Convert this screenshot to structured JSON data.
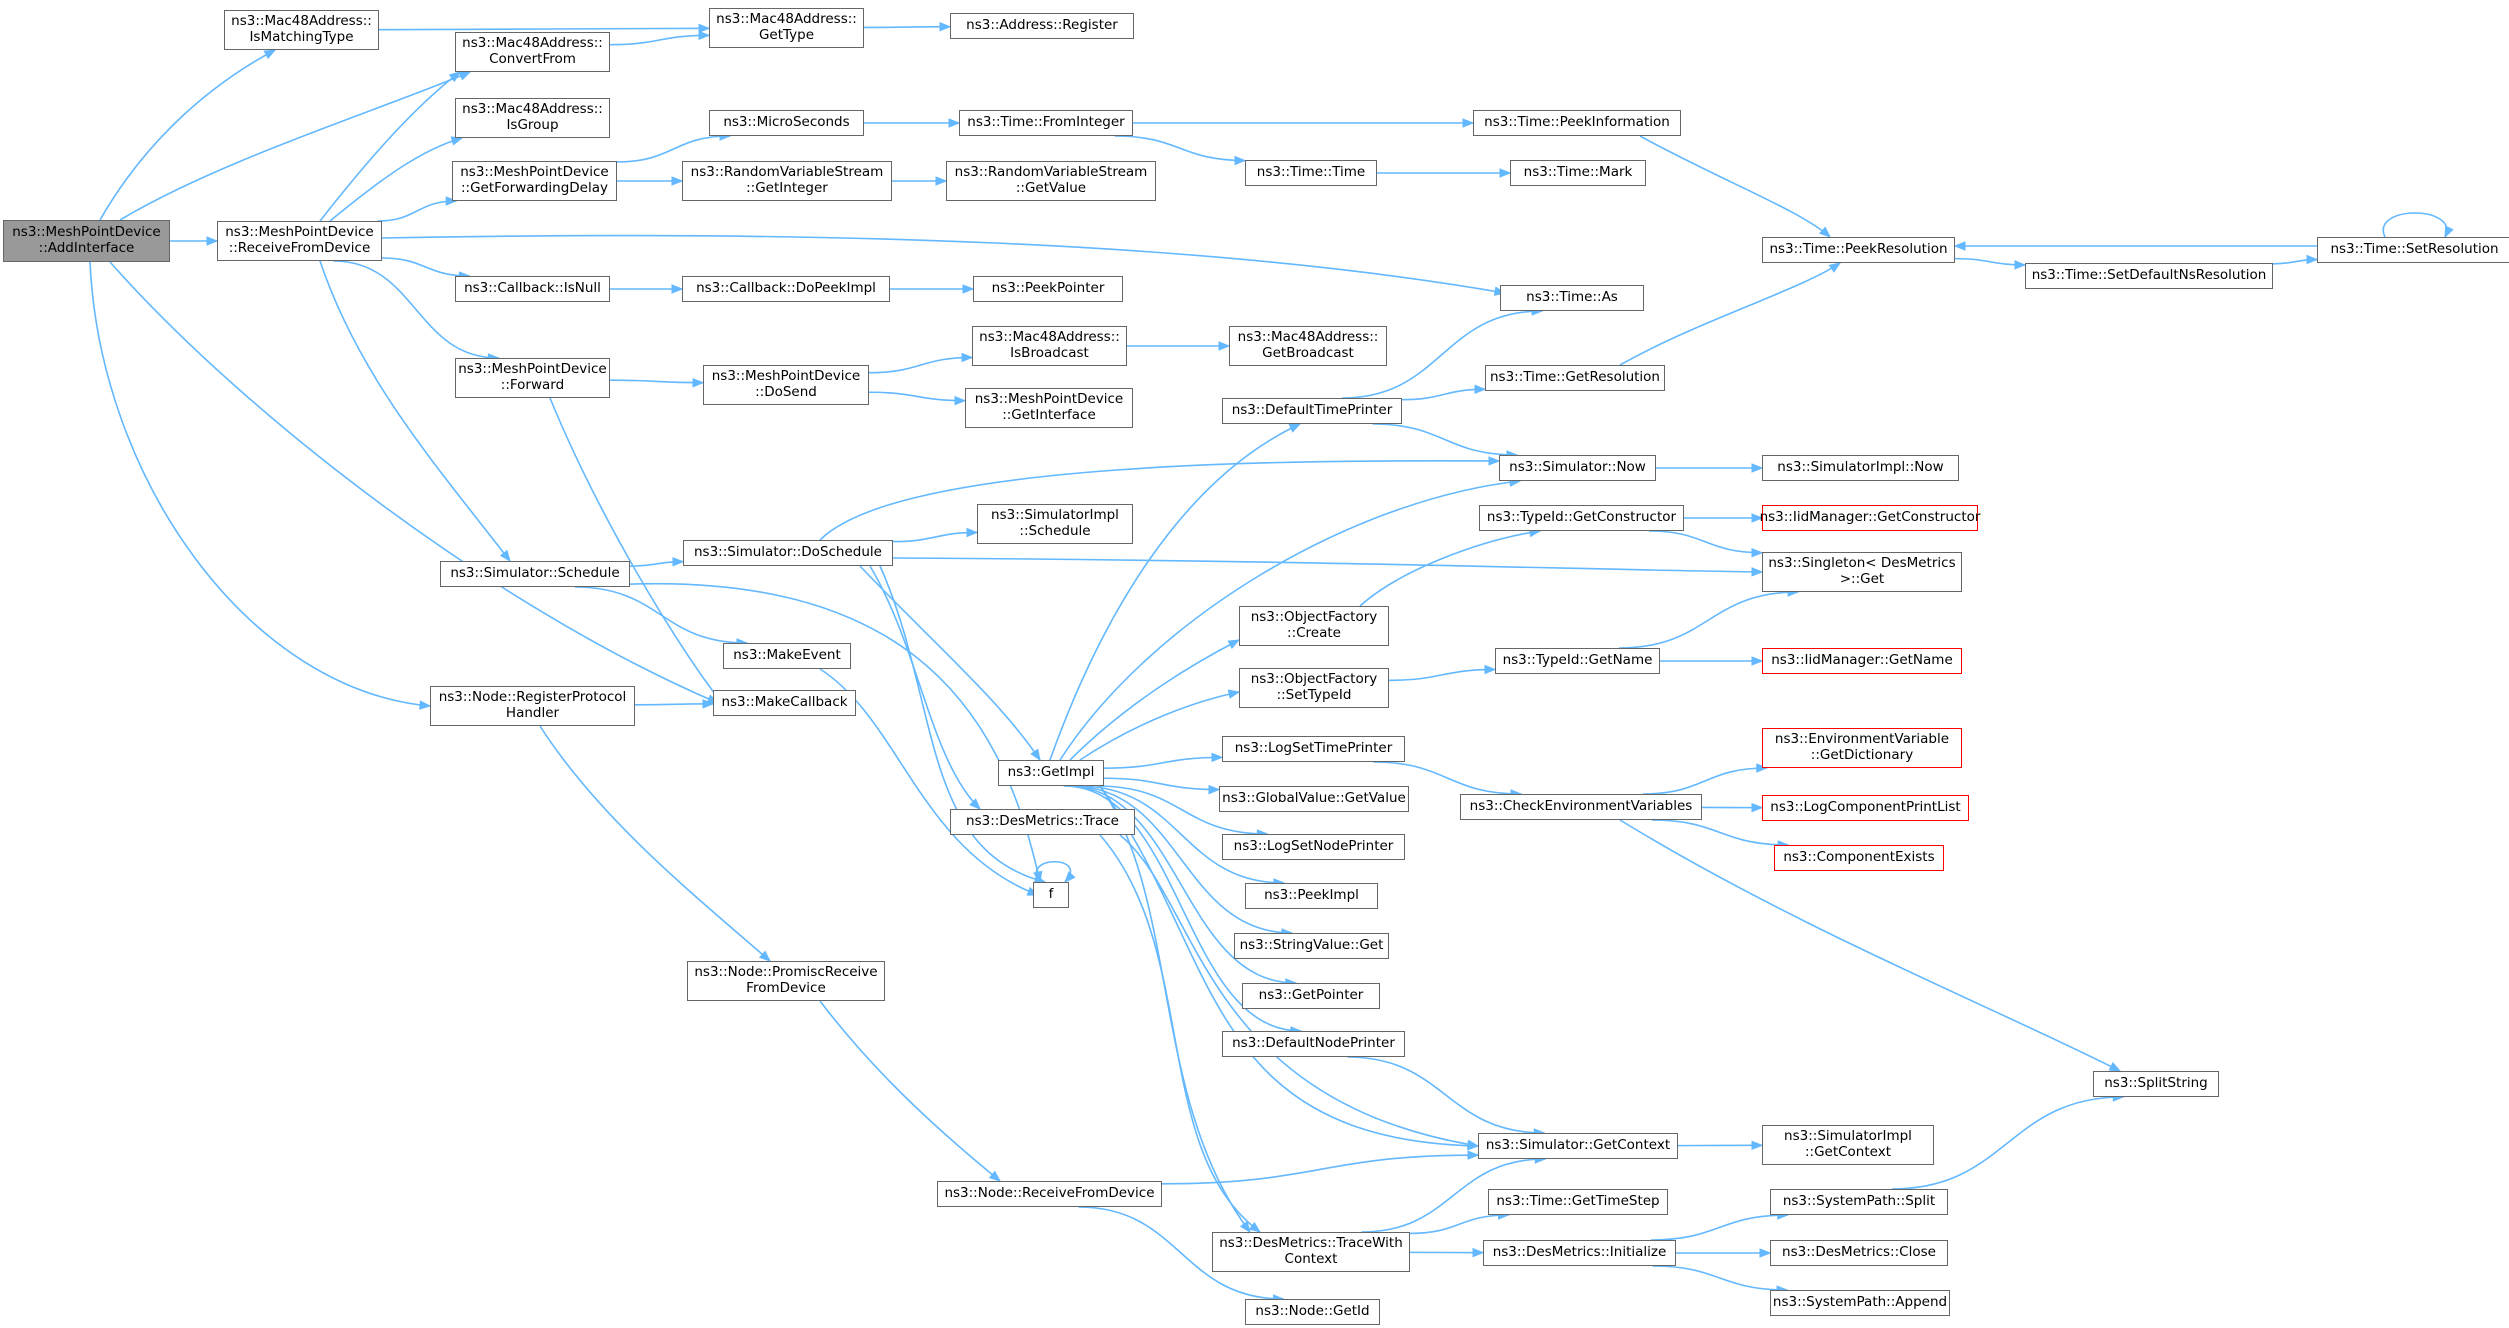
{
  "colors": {
    "edge": "#63b8ff",
    "border": "#666666",
    "root_fill": "#999999",
    "truncated_border": "#ff0000"
  },
  "nodes": {
    "n_add": {
      "label": "ns3::MeshPointDevice\n::AddInterface"
    },
    "n_ismatch": {
      "label": "ns3::Mac48Address::\nIsMatchingType"
    },
    "n_convfrom": {
      "label": "ns3::Mac48Address::\nConvertFrom"
    },
    "n_gettype": {
      "label": "ns3::Mac48Address::\nGetType"
    },
    "n_register": {
      "label": "ns3::Address::Register"
    },
    "n_isgroup": {
      "label": "ns3::Mac48Address::\nIsGroup"
    },
    "n_recv": {
      "label": "ns3::MeshPointDevice\n::ReceiveFromDevice"
    },
    "n_getfwd": {
      "label": "ns3::MeshPointDevice\n::GetForwardingDelay"
    },
    "n_micro": {
      "label": "ns3::MicroSeconds"
    },
    "n_rvsint": {
      "label": "ns3::RandomVariableStream\n::GetInteger"
    },
    "n_rvsval": {
      "label": "ns3::RandomVariableStream\n::GetValue"
    },
    "n_fromint": {
      "label": "ns3::Time::FromInteger"
    },
    "n_time": {
      "label": "ns3::Time::Time"
    },
    "n_peekinfo": {
      "label": "ns3::Time::PeekInformation"
    },
    "n_mark": {
      "label": "ns3::Time::Mark"
    },
    "n_peekres": {
      "label": "ns3::Time::PeekResolution"
    },
    "n_setdef": {
      "label": "ns3::Time::SetDefaultNsResolution"
    },
    "n_setres": {
      "label": "ns3::Time::SetResolution"
    },
    "n_isnull": {
      "label": "ns3::Callback::IsNull"
    },
    "n_dopeek": {
      "label": "ns3::Callback::DoPeekImpl"
    },
    "n_peekptr": {
      "label": "ns3::PeekPointer"
    },
    "n_as": {
      "label": "ns3::Time::As"
    },
    "n_forward": {
      "label": "ns3::MeshPointDevice\n::Forward"
    },
    "n_dosend": {
      "label": "ns3::MeshPointDevice\n::DoSend"
    },
    "n_isbcast": {
      "label": "ns3::Mac48Address::\nIsBroadcast"
    },
    "n_getbcast": {
      "label": "ns3::Mac48Address::\nGetBroadcast"
    },
    "n_getif": {
      "label": "ns3::MeshPointDevice\n::GetInterface"
    },
    "n_deftp": {
      "label": "ns3::DefaultTimePrinter"
    },
    "n_getres": {
      "label": "ns3::Time::GetResolution"
    },
    "n_now": {
      "label": "ns3::Simulator::Now"
    },
    "n_implnow": {
      "label": "ns3::SimulatorImpl::Now"
    },
    "n_sched": {
      "label": "ns3::Simulator::Schedule"
    },
    "n_dosched": {
      "label": "ns3::Simulator::DoSchedule"
    },
    "n_implsched": {
      "label": "ns3::SimulatorImpl\n::Schedule"
    },
    "n_getctor": {
      "label": "ns3::TypeId::GetConstructor"
    },
    "n_iidctor": {
      "label": "ns3::IidManager::GetConstructor"
    },
    "n_singleton": {
      "label": "ns3::Singleton< DesMetrics\n>::Get"
    },
    "n_ofcreate": {
      "label": "ns3::ObjectFactory\n::Create"
    },
    "n_makeevent": {
      "label": "ns3::MakeEvent"
    },
    "n_regproto": {
      "label": "ns3::Node::RegisterProtocol\nHandler"
    },
    "n_makecb": {
      "label": "ns3::MakeCallback"
    },
    "n_ofsettype": {
      "label": "ns3::ObjectFactory\n::SetTypeId"
    },
    "n_getname": {
      "label": "ns3::TypeId::GetName"
    },
    "n_iidname": {
      "label": "ns3::IidManager::GetName"
    },
    "n_logstp": {
      "label": "ns3::LogSetTimePrinter"
    },
    "n_getimpl": {
      "label": "ns3::GetImpl"
    },
    "n_gvget": {
      "label": "ns3::GlobalValue::GetValue"
    },
    "n_checkenv": {
      "label": "ns3::CheckEnvironmentVariables"
    },
    "n_envdict": {
      "label": "ns3::EnvironmentVariable\n::GetDictionary"
    },
    "n_logprint": {
      "label": "ns3::LogComponentPrintList"
    },
    "n_dmtrace": {
      "label": "ns3::DesMetrics::Trace"
    },
    "n_lognp": {
      "label": "ns3::LogSetNodePrinter"
    },
    "n_compexists": {
      "label": "ns3::ComponentExists"
    },
    "n_f": {
      "label": "f"
    },
    "n_peekimpl": {
      "label": "ns3::PeekImpl"
    },
    "n_svget": {
      "label": "ns3::StringValue::Get"
    },
    "n_promisc": {
      "label": "ns3::Node::PromiscReceive\nFromDevice"
    },
    "n_getptr": {
      "label": "ns3::GetPointer"
    },
    "n_defnp": {
      "label": "ns3::DefaultNodePrinter"
    },
    "n_split": {
      "label": "ns3::SplitString"
    },
    "n_getctx": {
      "label": "ns3::Simulator::GetContext"
    },
    "n_implctx": {
      "label": "ns3::SimulatorImpl\n::GetContext"
    },
    "n_nodercv": {
      "label": "ns3::Node::ReceiveFromDevice"
    },
    "n_timestep": {
      "label": "ns3::Time::GetTimeStep"
    },
    "n_spsplit": {
      "label": "ns3::SystemPath::Split"
    },
    "n_dmtracectx": {
      "label": "ns3::DesMetrics::TraceWith\nContext"
    },
    "n_dminit": {
      "label": "ns3::DesMetrics::Initialize"
    },
    "n_dmclose": {
      "label": "ns3::DesMetrics::Close"
    },
    "n_append": {
      "label": "ns3::SystemPath::Append"
    },
    "n_getid": {
      "label": "ns3::Node::GetId"
    }
  }
}
